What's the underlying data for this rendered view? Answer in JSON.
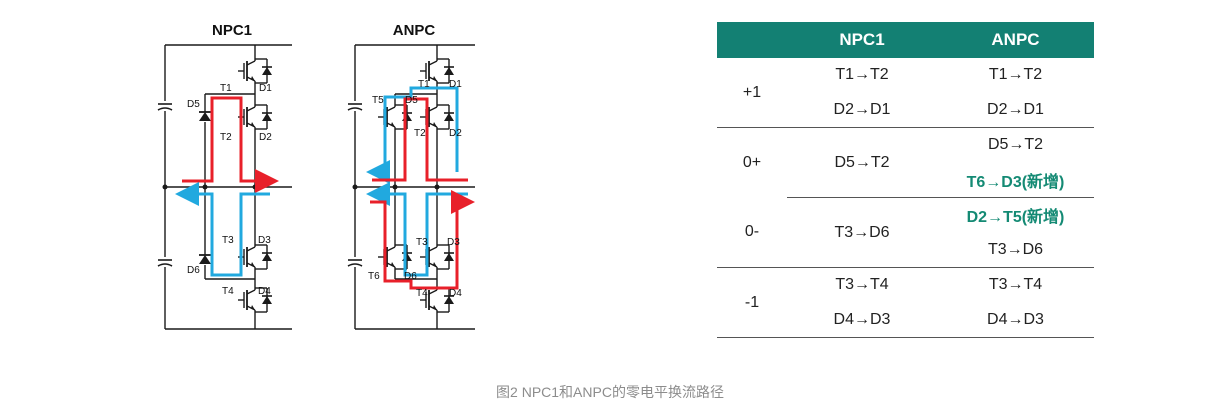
{
  "figure": {
    "left_title": "NPC1",
    "right_title": "ANPC",
    "labels": {
      "d1": "D1",
      "d2": "D2",
      "d3": "D3",
      "d4": "D4",
      "d5": "D5",
      "d6": "D6",
      "t1": "T1",
      "t2": "T2",
      "t3": "T3",
      "t4": "T4",
      "t5": "T5",
      "t6": "T6"
    },
    "colors": {
      "red_path": "#e8202a",
      "blue_path": "#21a9df",
      "wire": "#1a1a1a"
    }
  },
  "table": {
    "header": {
      "col1": "",
      "col2": "NPC1",
      "col3": "ANPC"
    },
    "colors": {
      "header_bg": "#138073",
      "highlight": "#148a74"
    },
    "rows": {
      "p1": {
        "state": "+1",
        "npc_a": "T1→T2",
        "npc_b": "D2→D1",
        "anpc_a": "T1→T2",
        "anpc_b": "D2→D1"
      },
      "z_plus": {
        "state": "0+",
        "npc": "D5→T2",
        "anpc_a": "D5→T2",
        "anpc_b": "T6→D3(新增)"
      },
      "z_minus": {
        "state": "0-",
        "npc": "T3→D6",
        "anpc_a": "D2→T5(新增)",
        "anpc_b": "T3→D6"
      },
      "m1": {
        "state": "-1",
        "npc_a": "T3→T4",
        "npc_b": "D4→D3",
        "anpc_a": "T3→T4",
        "anpc_b": "D4→D3"
      }
    }
  },
  "caption": "图2 NPC1和ANPC的零电平换流路径"
}
